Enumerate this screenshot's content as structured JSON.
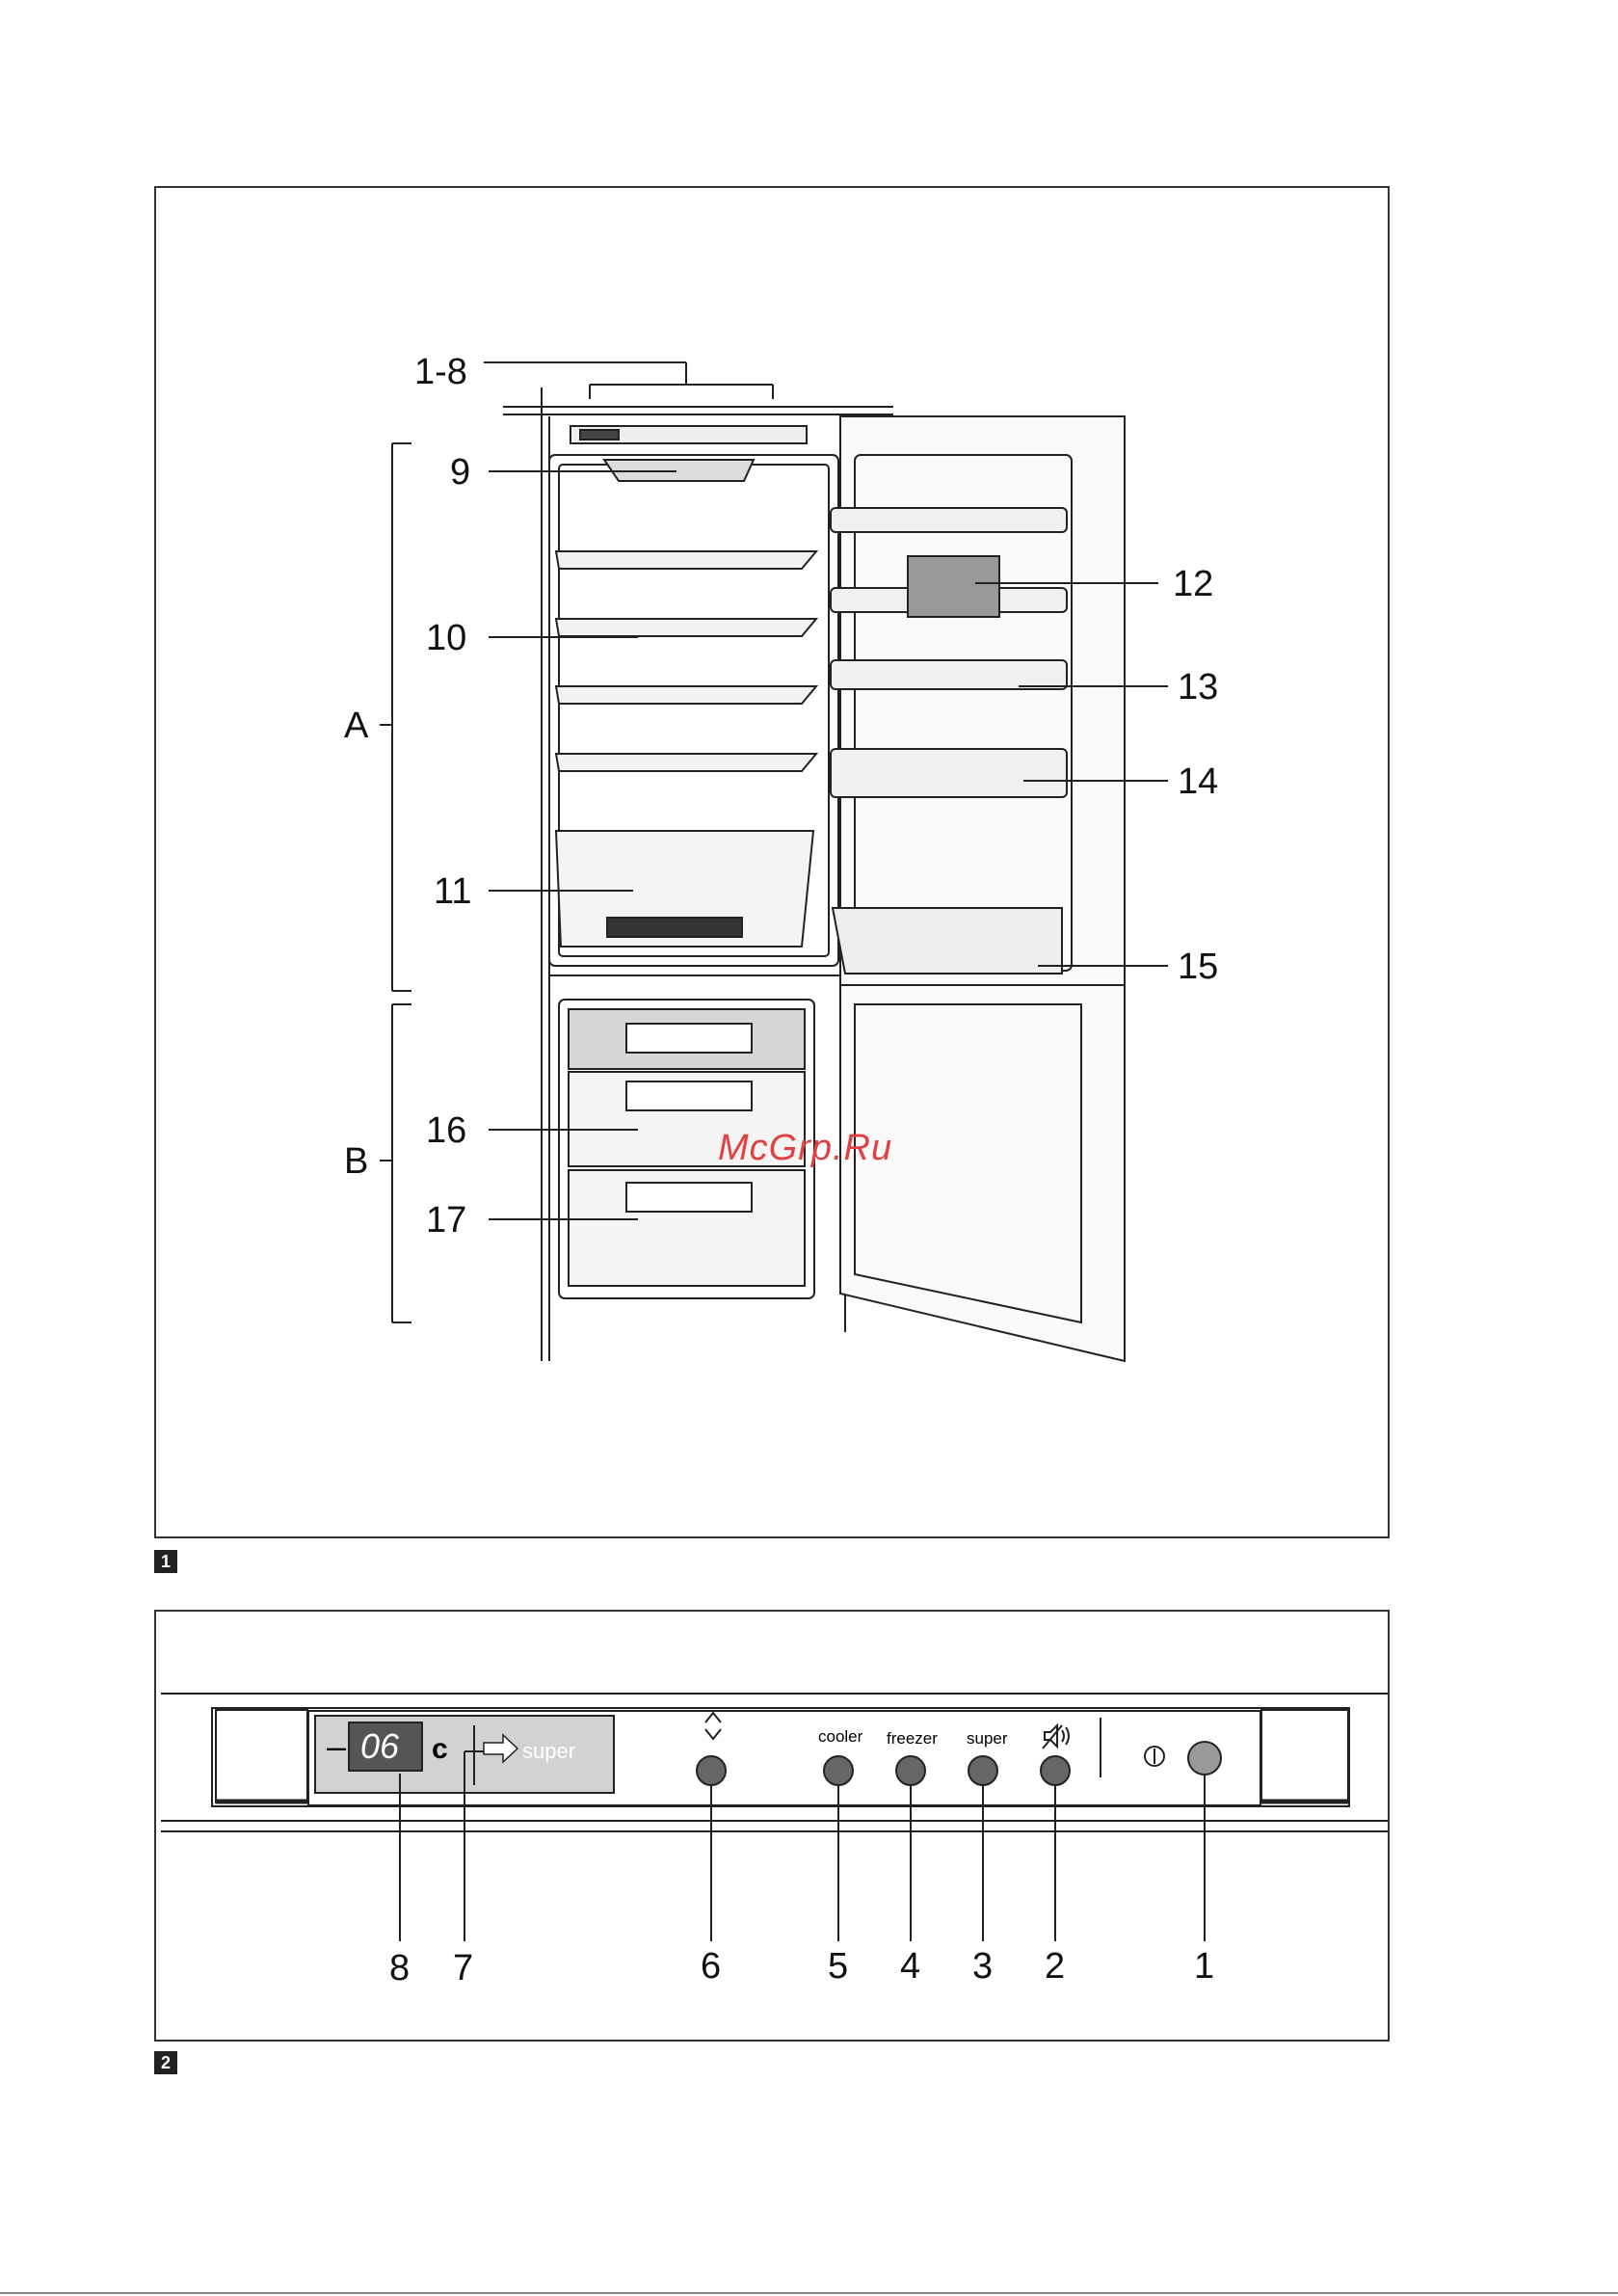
{
  "figure1": {
    "number": "1",
    "labels": {
      "l1_8": "1-8",
      "l9": "9",
      "l10": "10",
      "l11": "11",
      "l12": "12",
      "l13": "13",
      "l14": "14",
      "l15": "15",
      "l16": "16",
      "l17": "17",
      "A": "A",
      "B": "B"
    },
    "watermark": "McGrp.Ru"
  },
  "figure2": {
    "number": "2",
    "display": {
      "minus": "–",
      "temp": "06",
      "unit": "c",
      "super": "super"
    },
    "buttons": {
      "cooler": "cooler",
      "freezer": "freezer",
      "super": "super"
    },
    "labels": {
      "n8": "8",
      "n7": "7",
      "n6": "6",
      "n5": "5",
      "n4": "4",
      "n3": "3",
      "n2": "2",
      "n1": "1"
    },
    "icons": [
      "up-down-arrow-icon",
      "alarm-mute-icon",
      "power-icon"
    ]
  }
}
